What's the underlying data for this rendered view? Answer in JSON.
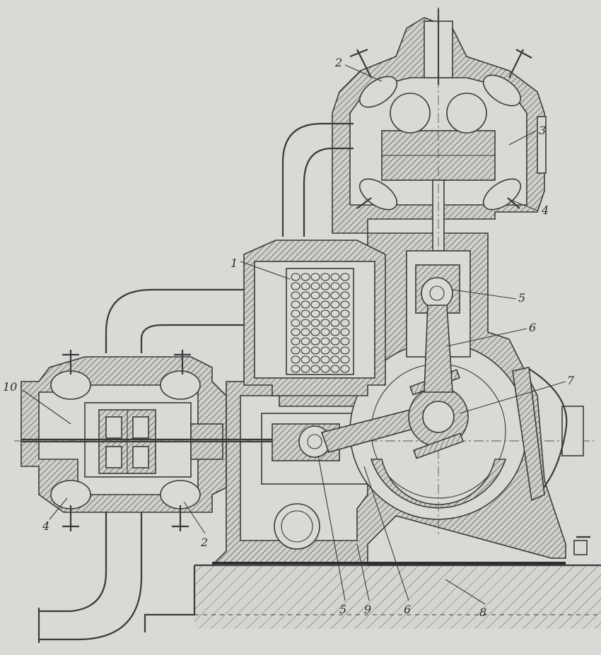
{
  "callouts": {
    "c1": "1",
    "c2_top": "2",
    "c2_bottom": "2",
    "c3": "3",
    "c4_top": "4",
    "c4_bottom": "4",
    "c5_right": "5",
    "c5_bottom": "5",
    "c6_right": "6",
    "c6_bottom": "6",
    "c7": "7",
    "c8": "8",
    "c9": "9",
    "c10": "10"
  },
  "colors": {
    "paper": "#d9d9d6",
    "ink": "#3a3a3a"
  }
}
